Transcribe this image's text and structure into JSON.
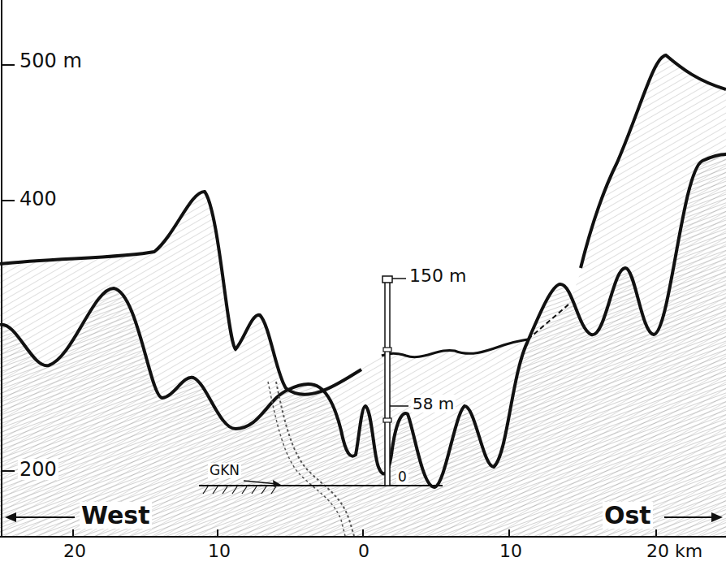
{
  "diagram": {
    "labels": [
      "500 m",
      "400",
      "200",
      "150 m",
      "58 m",
      "GKN",
      "0",
      "West",
      "Ost",
      "20",
      "10",
      "0",
      "10",
      "20 km"
    ]
  }
}
